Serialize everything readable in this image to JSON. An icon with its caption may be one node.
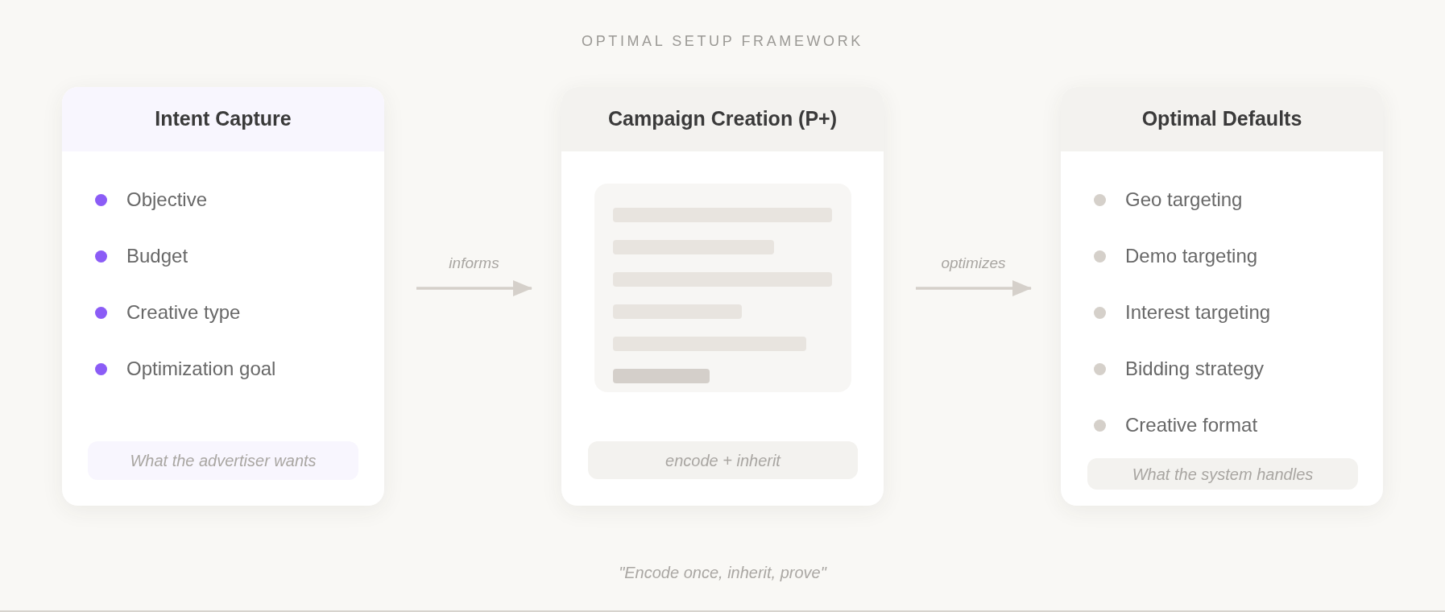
{
  "diagram": {
    "title": "OPTIMAL SETUP FRAMEWORK",
    "caption": "\"Encode once, inherit, prove\"",
    "nodes": [
      {
        "text": [
          "Intent Capture",
          "Objective",
          "Budget",
          "Creative type",
          "Optimization goal"
        ]
      },
      {
        "text": [
          "What the advertiser wants"
        ],
        "in": 0
      },
      {
        "text": [
          "Campaign Creation (P+)"
        ]
      },
      {
        "text": [
          "encode + inherit"
        ],
        "in": 2
      },
      {
        "text": [
          "Optimal Defaults",
          "Geo targeting",
          "Demo targeting",
          "Interest targeting",
          "Bidding strategy",
          "Creative format"
        ]
      },
      {
        "text": [
          "What the system handles"
        ],
        "in": 4
      }
    ],
    "edges": [
      {
        "from": 0,
        "to": 2,
        "arrow": "to",
        "label": "informs"
      },
      {
        "from": 2,
        "to": 4,
        "arrow": "to",
        "label": "optimizes"
      }
    ]
  }
}
